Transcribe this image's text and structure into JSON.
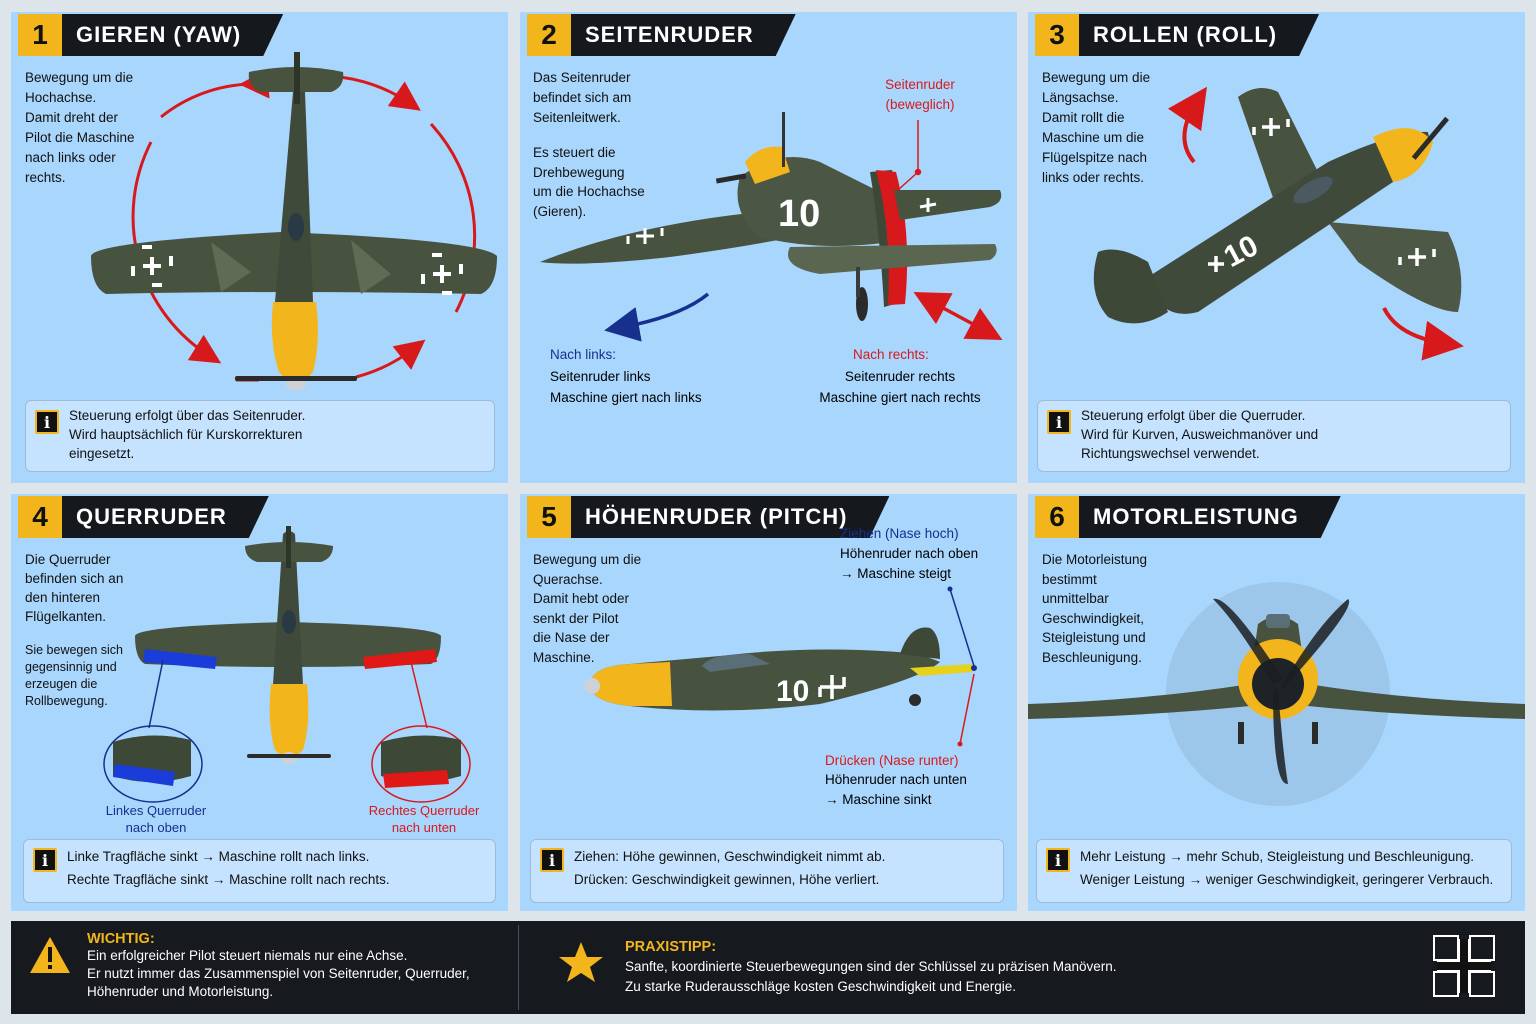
{
  "panels": [
    {
      "num": "1",
      "title": "GIEREN (YAW)",
      "text": "Bewegung um die\nHochachse.\nDamit dreht der\nPilot die Maschine\nnach links oder\nrechts.",
      "info": "Steuerung erfolgt über das Seitenruder.\nWird hauptsächlich für Kurskorrekturen\neingesetzt."
    },
    {
      "num": "2",
      "title": "SEITENRUDER",
      "text1": "Das Seitenruder\nbefindet sich am\nSeitenleitwerk.",
      "text2": "Es steuert die\nDrehbewegung\num die Hochachse\n(Gieren).",
      "callout": "Seitenruder\n(beweglich)",
      "left_title": "Nach links:",
      "left_text": "Seitenruder links\nMaschine giert nach links",
      "right_title": "Nach rechts:",
      "right_text": "Seitenruder rechts\nMaschine giert nach rechts",
      "plane_number": "10"
    },
    {
      "num": "3",
      "title": "ROLLEN (ROLL)",
      "text": "Bewegung um die\nLängsachse.\nDamit rollt die\nMaschine um die\nFlügelspitze nach\nlinks oder rechts.",
      "info": "Steuerung erfolgt über die Querruder.\nWird für Kurven, Ausweichmanöver und\nRichtungswechsel verwendet.",
      "plane_number": "10"
    },
    {
      "num": "4",
      "title": "QUERRUDER",
      "text1": "Die Querruder\nbefinden sich an\nden hinteren\nFlügelkanten.",
      "text2": "Sie bewegen sich\ngegensinnig und\nerzeugen die\nRollbewegung.",
      "left_label": "Linkes Querruder\nnach oben",
      "right_label": "Rechtes Querruder\nnach unten",
      "info": "Linke Tragfläche sinkt → Maschine rollt nach links.\nRechte Tragfläche sinkt → Maschine rollt nach rechts."
    },
    {
      "num": "5",
      "title": "HÖHENRUDER (PITCH)",
      "text": "Bewegung um die\nQuerachse.\nDamit hebt oder\nsenkt der Pilot\ndie Nase der\nMaschine.",
      "up_title": "Ziehen (Nase hoch)",
      "up_text": "Höhenruder nach oben\n→ Maschine steigt",
      "down_title": "Drücken (Nase runter)",
      "down_text": "Höhenruder nach unten\n→ Maschine sinkt",
      "info": "Ziehen: Höhe gewinnen, Geschwindigkeit nimmt ab.\nDrücken: Geschwindigkeit gewinnen, Höhe verliert.",
      "plane_number": "10"
    },
    {
      "num": "6",
      "title": "MOTORLEISTUNG",
      "text": "Die Motorleistung\nbestimmt\nunmittelbar\nGeschwindigkeit,\nSteigleistung und\nBeschleunigung.",
      "info": "Mehr Leistung → mehr Schub, Steigleistung und Beschleunigung.\nWeniger Leistung → weniger Geschwindigkeit, geringerer Verbrauch."
    }
  ],
  "bottom": {
    "warn_title": "WICHTIG:",
    "warn_text": "Ein erfolgreicher Pilot steuert niemals nur eine Achse.\nEr nutzt immer das Zusammenspiel von Seitenruder, Querruder,\nHöhenruder und Motorleistung.",
    "tip_title": "PRAXISTIPP:",
    "tip_text": "Sanfte, koordinierte Steuerbewegungen sind der Schlüssel zu präzisen Manövern.\nZu starke Ruderausschläge kosten Geschwindigkeit und Energie."
  },
  "colors": {
    "panel_bg": "#a9d6fc",
    "accent_yellow": "#f2b61c",
    "header_dark": "#15181c",
    "arrow_red": "#d8191c",
    "arrow_blue": "#17308e",
    "camo_green": "#47523f"
  },
  "icons": [
    "info-icon",
    "warning-icon",
    "star-icon",
    "balkenkreuz-icon"
  ]
}
